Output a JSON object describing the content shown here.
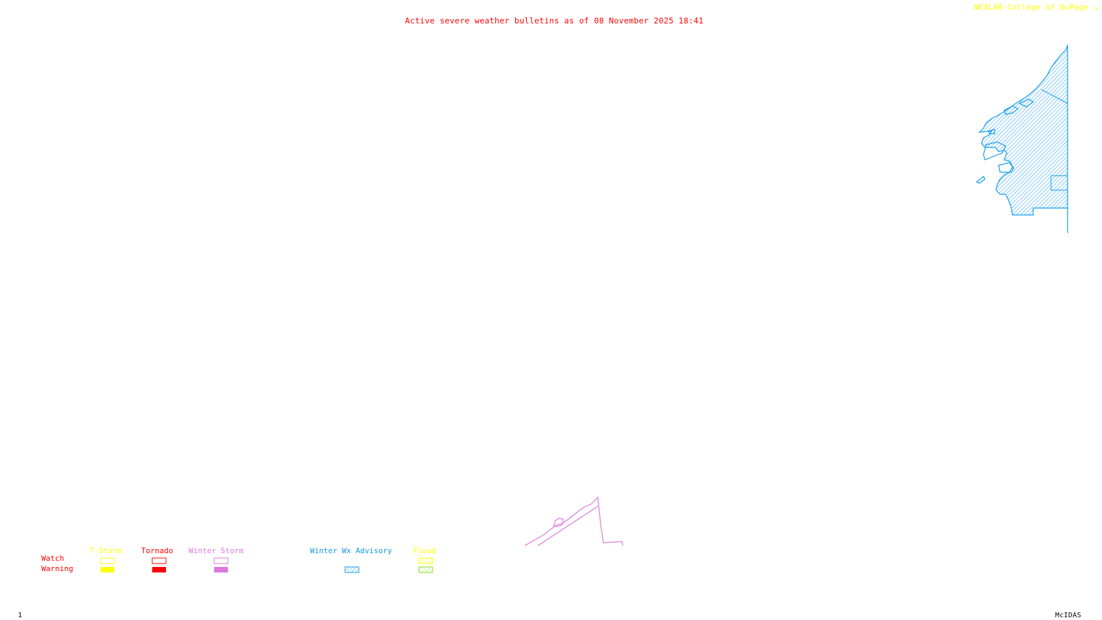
{
  "header": {
    "title": "Active severe weather bulletins as of 08 November 2025 18:41",
    "credit": "NEXLAB-College of DuPage",
    "credit_icon": "logo-mark-icon"
  },
  "footer": {
    "frame_number": "1",
    "software": "McIDAS"
  },
  "colors": {
    "title": "#ff0000",
    "credit": "#ffff00",
    "tstorm": "#ffff00",
    "tornado": "#ff0000",
    "winter_storm": "#dd77dd",
    "winter_wx_advisory": "#1199ee",
    "flood_watch": "#ffff00",
    "flood_warning": "#88dd22"
  },
  "legend": {
    "row_labels": {
      "watch": "Watch",
      "warning": "Warning"
    },
    "categories": [
      {
        "key": "tstorm",
        "label": "T-Storm",
        "watch_style": "outline",
        "warning_style": "filled"
      },
      {
        "key": "tornado",
        "label": "Tornado",
        "watch_style": "outline",
        "warning_style": "filled"
      },
      {
        "key": "winter_storm",
        "label": "Winter Storm",
        "watch_style": "outline",
        "warning_style": "filled"
      },
      {
        "key": "winter_wx_advisory",
        "label": "Winter Wx Advisory",
        "watch_style": "none",
        "warning_style": "hatched"
      },
      {
        "key": "flood",
        "label": "Flood",
        "watch_style": "hatched",
        "warning_style": "hatched"
      }
    ]
  },
  "map_features": [
    {
      "name": "winter-wx-advisory-area",
      "type": "Winter Wx Advisory",
      "region": "northeast edge of map"
    },
    {
      "name": "winter-storm-outline",
      "type": "Winter Storm",
      "region": "bottom center of map"
    }
  ]
}
